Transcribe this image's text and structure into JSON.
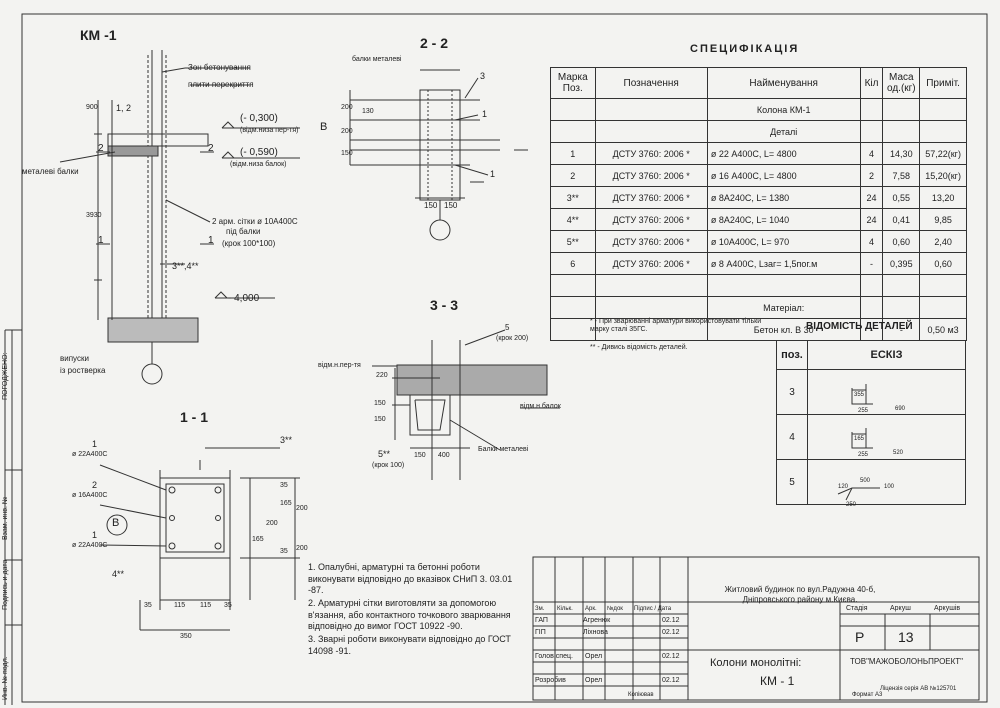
{
  "km_title": "КМ -1",
  "sec22_title": "2 - 2",
  "sec33_title": "3 - 3",
  "sec11_title": "1 - 1",
  "elevation": {
    "labels": [
      "Зон бетонування",
      "плити перекриття",
      "металеві балки",
      "(- 0,300)",
      "(відм.низа пер-тя)",
      "(- 0,590)",
      "(відм.низа балок)",
      "2 арм. сітки ø 10А400С",
      "під балки",
      "(крок 100*100)",
      "- 4,000",
      "випуски",
      "із ростверка",
      "1, 2",
      "3**,4**",
      "900",
      "3930",
      "2",
      "2",
      "1",
      "1"
    ]
  },
  "sec22": {
    "labels": [
      "балки металеві",
      "3",
      "1",
      "1",
      "150",
      "150",
      "B",
      "200",
      "200",
      "150",
      "130"
    ]
  },
  "sec33": {
    "labels": [
      "5",
      "(крок 200)",
      "відм.н.пер-тя",
      "відм.н.балок",
      "5**",
      "(крок 100)",
      "Балки металеві",
      "220",
      "150",
      "150",
      "400",
      "150"
    ]
  },
  "sec11": {
    "labels": [
      "1",
      "ø 22A400C",
      "2",
      "ø 16A400C",
      "1",
      "ø 22A400C",
      "3**",
      "4**",
      "B",
      "35",
      "115",
      "115",
      "35",
      "350",
      "35",
      "165",
      "165",
      "35",
      "200",
      "200",
      "200"
    ]
  },
  "spec": {
    "title": "СПЕЦИФІКАЦІЯ",
    "headers": [
      "Марка Поз.",
      "Позначення",
      "Найменування",
      "Кіл",
      "Маса од.(кг)",
      "Приміт."
    ],
    "group_title": "Колона КМ-1",
    "subgroup": "Деталі",
    "rows": [
      [
        "1",
        "ДСТУ 3760: 2006 *",
        "ø 22 А400С,   L= 4800",
        "4",
        "14,30",
        "57,22(кг)"
      ],
      [
        "2",
        "ДСТУ 3760: 2006 *",
        "ø 16 А400С,   L= 4800",
        "2",
        "7,58",
        "15,20(кг)"
      ],
      [
        "3**",
        "ДСТУ 3760: 2006 *",
        "ø 8А240С,   L= 1380",
        "24",
        "0,55",
        "13,20"
      ],
      [
        "4**",
        "ДСТУ 3760: 2006 *",
        "ø 8А240С,   L= 1040",
        "24",
        "0,41",
        "9,85"
      ],
      [
        "5**",
        "ДСТУ 3760: 2006 *",
        "ø 10А400С,   L= 970",
        "4",
        "0,60",
        "2,40"
      ],
      [
        "6",
        "ДСТУ 3760: 2006 *",
        "ø 8 А400С,   Lзаг= 1,5пог.м",
        "-",
        "0,395",
        "0,60"
      ]
    ],
    "material_label": "Матеріал:",
    "material": [
      "Бетон кл. В 30",
      "-",
      "-",
      "0,50 м3"
    ]
  },
  "footnotes": [
    "*  - При зварюванні арматури використовувати тільки марку сталі 35ГС.",
    "** - Дивись відомість деталей."
  ],
  "vidomist": {
    "title": "ВІДОМІСТЬ ДЕТАЛЕЙ",
    "headers": [
      "поз.",
      "ЕСКІЗ"
    ],
    "rows": [
      {
        "pos": "3",
        "dims": [
          "355",
          "255",
          "690"
        ]
      },
      {
        "pos": "4",
        "dims": [
          "165",
          "255",
          "520"
        ]
      },
      {
        "pos": "5",
        "dims": [
          "500",
          "120",
          "100",
          "250"
        ]
      }
    ]
  },
  "notes": [
    "1.  Опалубні, арматурні та бетонні роботи виконувати відповідно до вказівок СНиП 3. 03.01 -87.",
    "2.  Арматурні сітки виготовляти за допомогою в'язання, або контактного точкового зварювання відповідно до вимог ГОСТ 10922 -90.",
    "3.  Зварні роботи виконувати відповідно до ГОСТ 14098 -91."
  ],
  "side_stamp": [
    "ПОГОДЖЕНО:",
    "Взам. инв. №",
    "Подпись и дата",
    "Инв. № подл."
  ],
  "stamp": {
    "project": "Житловий будинок по вул.Радужна 40-б, Дніпровського району м.Києва.",
    "roles": [
      {
        "role": "Зм.",
        "name": "Кільк.",
        "sign": "Арк.",
        "doc": "№док",
        "date": "Підпис / Дата"
      },
      {
        "role": "ГАП",
        "name": "Агренюк",
        "date": "02.12"
      },
      {
        "role": "ГІП",
        "name": "Ліхнова",
        "date": "02.12"
      },
      {
        "role": "Голов.спец.",
        "name": "Орел",
        "date": "02.12"
      },
      {
        "role": "Розробив",
        "name": "Орел",
        "date": "02.12"
      }
    ],
    "stage_h": "Стадія",
    "sheet_h": "Аркуш",
    "sheets_h": "Аркушів",
    "stage": "Р",
    "sheet": "13",
    "title": "Колони монолітні:",
    "subtitle": "КМ - 1",
    "org": "ТОВ\"МАЖОБОЛОНЬПРОЕКТ\"",
    "license": "Ліцензія серія АВ №125701",
    "copied": "Копіював",
    "format": "Формат А3"
  }
}
